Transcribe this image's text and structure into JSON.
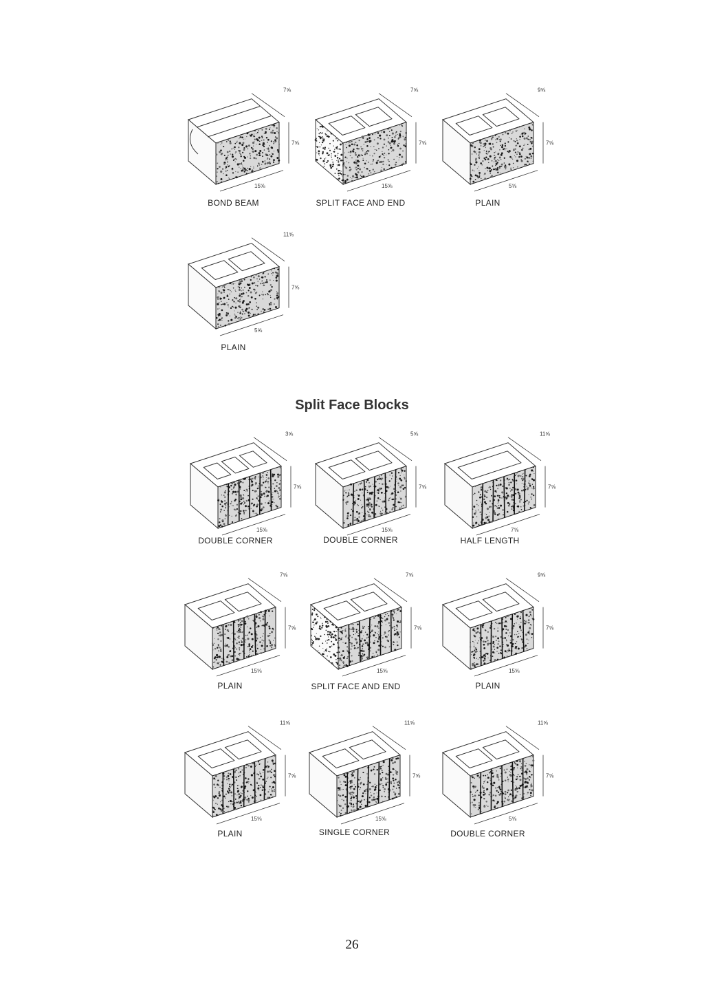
{
  "section_title": "Split Face Blocks",
  "page_number": "26",
  "top_blocks": [
    {
      "caption": "BOND BEAM",
      "style": "bondbeam",
      "texture": "speckle",
      "width_dim": "15⅝",
      "height_dim": "7⅝",
      "depth_dim": "7⅝"
    },
    {
      "caption": "SPLIT FACE AND END",
      "style": "twocore",
      "texture": "speckle-end",
      "width_dim": "15⅝",
      "height_dim": "7⅝",
      "depth_dim": "7⅝"
    },
    {
      "caption": "PLAIN",
      "style": "twocore",
      "texture": "speckle",
      "width_dim": "5⅝",
      "height_dim": "7⅝",
      "depth_dim": "9⅝"
    },
    {
      "caption": "PLAIN",
      "style": "twocore",
      "texture": "speckle",
      "width_dim": "5⅝",
      "height_dim": "7⅝",
      "depth_dim": "11⅝"
    }
  ],
  "split_face_blocks": [
    {
      "caption": "DOUBLE CORNER",
      "style": "threecore",
      "texture": "ribbed",
      "width_dim": "15⅝",
      "height_dim": "7⅝",
      "depth_dim": "3⅝"
    },
    {
      "caption": "DOUBLE CORNER",
      "style": "twocore",
      "texture": "ribbed",
      "width_dim": "15⅝",
      "height_dim": "7⅝",
      "depth_dim": "5⅝"
    },
    {
      "caption": "HALF LENGTH",
      "style": "onecore",
      "texture": "ribbed",
      "width_dim": "7⅝",
      "height_dim": "7⅝",
      "depth_dim": "11⅝"
    },
    {
      "caption": "PLAIN",
      "style": "twocore",
      "texture": "ribbed",
      "width_dim": "15⅝",
      "height_dim": "7⅝",
      "depth_dim": "7⅝"
    },
    {
      "caption": "SPLIT FACE AND END",
      "style": "twocore",
      "texture": "ribbed-end",
      "width_dim": "15⅝",
      "height_dim": "7⅝",
      "depth_dim": "7⅝"
    },
    {
      "caption": "PLAIN",
      "style": "twocore",
      "texture": "ribbed",
      "width_dim": "15⅝",
      "height_dim": "7⅝",
      "depth_dim": "9⅝"
    },
    {
      "caption": "PLAIN",
      "style": "twocore",
      "texture": "ribbed",
      "width_dim": "15⅝",
      "height_dim": "7⅝",
      "depth_dim": "11⅝"
    },
    {
      "caption": "SINGLE CORNER",
      "style": "twocore",
      "texture": "ribbed",
      "width_dim": "15⅝",
      "height_dim": "7⅝",
      "depth_dim": "11⅝"
    },
    {
      "caption": "DOUBLE CORNER",
      "style": "twocore",
      "texture": "ribbed",
      "width_dim": "5⅝",
      "height_dim": "7⅝",
      "depth_dim": "11⅝"
    }
  ]
}
